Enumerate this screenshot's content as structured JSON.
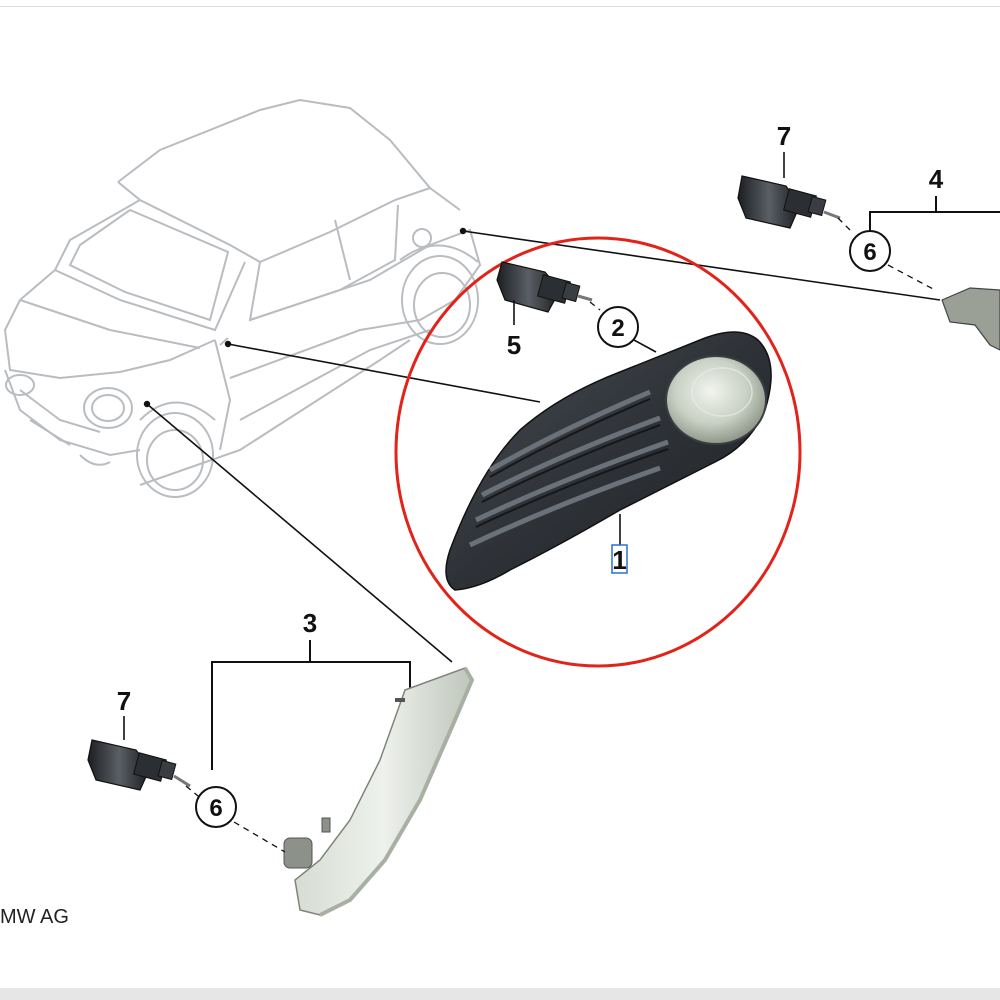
{
  "labels": {
    "item_1": "1",
    "item_2": "2",
    "item_3": "3",
    "item_4": "4",
    "item_5": "5",
    "item_6a": "6",
    "item_6b": "6",
    "item_7a": "7",
    "item_7b": "7"
  },
  "copyright": "MW AG",
  "colors": {
    "highlight_circle": "#e2231a",
    "selection_box": "#2a6fd8",
    "car_outline": "#b9bcc0"
  }
}
